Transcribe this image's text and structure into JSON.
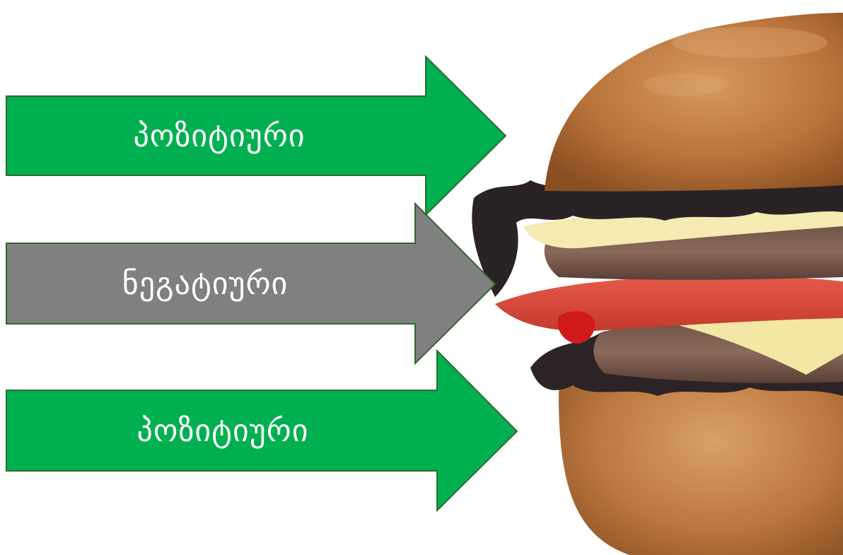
{
  "arrows": [
    {
      "label": "პოზიტიური",
      "color": "#00b050",
      "role": "positive"
    },
    {
      "label": "ნეგატიური",
      "color": "#808080",
      "role": "negative"
    },
    {
      "label": "პოზიტიური",
      "color": "#00b050",
      "role": "positive"
    }
  ],
  "image": {
    "subject": "hamburger",
    "icon": "burger-illustration"
  }
}
